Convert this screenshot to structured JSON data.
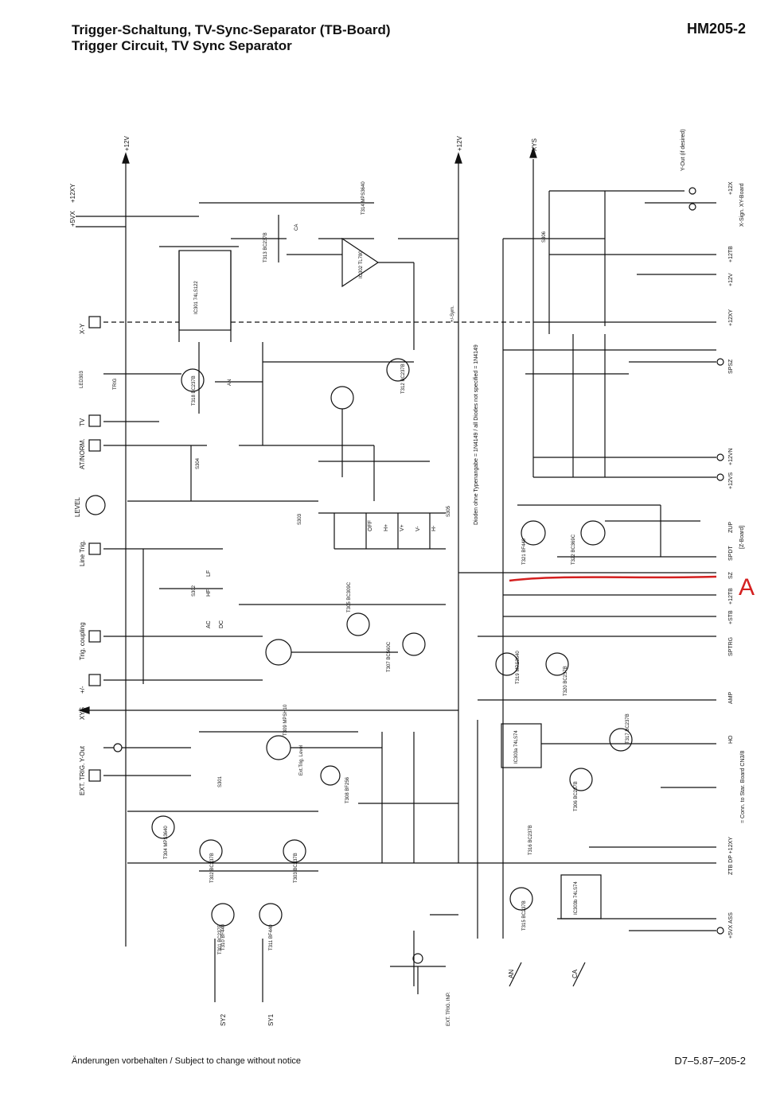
{
  "header": {
    "title_de": "Trigger-Schaltung, TV-Sync-Separator (TB-Board)",
    "title_en": "Trigger Circuit, TV Sync Separator",
    "model": "HM205-2"
  },
  "footer": {
    "notice": "Änderungen vorbehalten / Subject to change without notice",
    "doc_code": "D7–5.87–205-2"
  },
  "annotation": {
    "marker": "A",
    "color": "#d42020"
  },
  "left_terminals": [
    "X-Y",
    "TV",
    "AT/NORM.",
    "LEVEL",
    "Line Trig.",
    "Trig. coupling",
    "+/-",
    "XYS",
    "Y-Out",
    "EXT. TRIG."
  ],
  "right_terminals": [
    "+12X",
    "X-Sign. XY-Board",
    "+12TB",
    "+12V",
    "+12XY",
    "SPSZ",
    "+12VN",
    "+12VS",
    "ZUP",
    "SPDT",
    "SZ",
    "+12TB",
    "+STB",
    "SPTRG",
    "AMP",
    "HO",
    "ZTB DP +12XY",
    "+5VX ASS"
  ],
  "top_rails": [
    "+12V",
    "+12V",
    "XYS"
  ],
  "top_left_rails": [
    "+5VX",
    "+12XY"
  ],
  "side_notes": {
    "y_out": "Y-Out (if desired)",
    "diodes": "Dioden ohne Typenangabe = 1N4149 / all Diodes not specified = 1N4149",
    "conn_star": "= Conn. to Star. Board CN3/8",
    "z_board": "[Z-Board]"
  },
  "ic_labels": [
    "IC301 74LS122",
    "IC302 TL780",
    "IC303a 74LS74",
    "IC303b 74LS74"
  ],
  "transistor_labels": [
    "T301 BC237B",
    "T302 BC237B",
    "T303 BC237B",
    "T304 MPS3640",
    "T305 BC309C",
    "T306 BC237B",
    "T307 BC560C",
    "T308 BF256",
    "T309 MPSH10",
    "T310 BF440",
    "T311 BF440",
    "T312 BC237B",
    "T313 BC237B",
    "T314 MPS3640",
    "T315 BC237B",
    "T316 BC237B",
    "T317 BC237B",
    "T318 BC237B",
    "T319 MPS3640",
    "T320 BC237B",
    "T321 BF440",
    "T322 BC369C"
  ],
  "bottom_labels": [
    "SY2",
    "SY1",
    "EXT. TRIG. INP.",
    "AN",
    "CA"
  ],
  "switch_labels": [
    "OFF",
    "H+",
    "V+",
    "V-",
    "H-",
    "AC",
    "DC",
    "HF",
    "LF",
    "S301",
    "S302",
    "S303",
    "S304",
    "S305",
    "S306"
  ],
  "misc_labels": [
    "LED303",
    "TRIG",
    "AN",
    "CA",
    "LEVEL",
    "+/-Sym.",
    "Ext.Trig. Level"
  ]
}
